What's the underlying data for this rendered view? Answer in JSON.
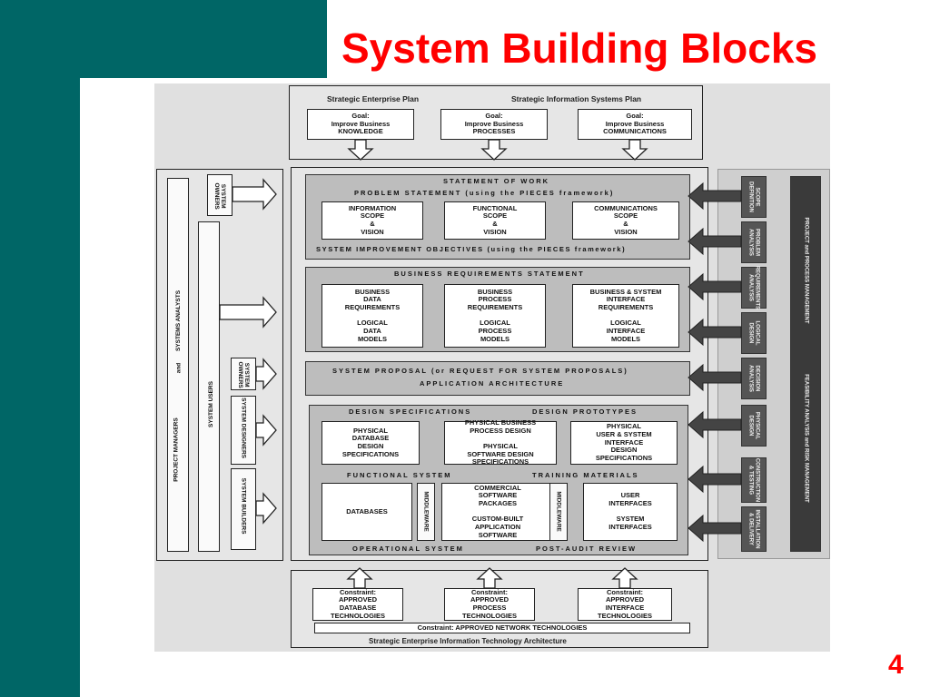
{
  "slide": {
    "title": "System Building Blocks",
    "page_number": "4"
  },
  "diagram": {
    "top": {
      "left_heading": "Strategic Enterprise Plan",
      "right_heading": "Strategic Information Systems Plan",
      "goals": [
        "Goal:\nImprove Business\nKNOWLEDGE",
        "Goal:\nImprove Business\nPROCESSES",
        "Goal:\nImprove Business\nCOMMUNICATIONS"
      ]
    },
    "scope": {
      "statement_of_work": "STATEMENT OF WORK",
      "problem_statement": "PROBLEM STATEMENT (using the PIECES framework)",
      "boxes": [
        "INFORMATION\nSCOPE\n&\nVISION",
        "FUNCTIONAL\nSCOPE\n&\nVISION",
        "COMMUNICATIONS\nSCOPE\n&\nVISION"
      ],
      "objectives": "SYSTEM IMPROVEMENT OBJECTIVES (using the PIECES framework)"
    },
    "requirements": {
      "heading": "BUSINESS REQUIREMENTS STATEMENT",
      "boxes": [
        "BUSINESS\nDATA\nREQUIREMENTS\n\nLOGICAL\nDATA\nMODELS",
        "BUSINESS\nPROCESS\nREQUIREMENTS\n\nLOGICAL\nPROCESS\nMODELS",
        "BUSINESS & SYSTEM\nINTERFACE\nREQUIREMENTS\n\nLOGICAL\nINTERFACE\nMODELS"
      ]
    },
    "proposal": {
      "line1": "SYSTEM PROPOSAL (or REQUEST FOR SYSTEM PROPOSALS)",
      "line2": "APPLICATION ARCHITECTURE"
    },
    "design": {
      "specs_label": "DESIGN SPECIFICATIONS",
      "prototypes_label": "DESIGN PROTOTYPES",
      "boxes": [
        "PHYSICAL\nDATABASE\nDESIGN\nSPECIFICATIONS",
        "PHYSICAL BUSINESS\nPROCESS DESIGN\n\nPHYSICAL\nSOFTWARE DESIGN\nSPECIFICATIONS",
        "PHYSICAL\nUSER & SYSTEM\nINTERFACE\nDESIGN\nSPECIFICATIONS"
      ],
      "functional_system": "FUNCTIONAL SYSTEM",
      "training_materials": "TRAINING MATERIALS",
      "databases": "DATABASES",
      "middleware": "MIDDLEWARE",
      "software": "COMMERCIAL\nSOFTWARE\nPACKAGES\n\nCUSTOM-BUILT\nAPPLICATION\nSOFTWARE",
      "interfaces": "USER\nINTERFACES\n\nSYSTEM\nINTERFACES",
      "operational_system": "OPERATIONAL SYSTEM",
      "post_audit": "POST-AUDIT REVIEW"
    },
    "stakeholders": {
      "project_managers": "PROJECT MANAGERS",
      "and_label": "and",
      "systems_analysts": "SYSTEMS ANALYSTS",
      "system_users": "SYSTEM USERS",
      "system_owners": "SYSTEM\nOWNERS",
      "system_designers": "SYSTEM DESIGNERS",
      "system_builders": "SYSTEM BUILDERS"
    },
    "phases": [
      "SCOPE\nDEFINITION",
      "PROBLEM\nANALYSIS",
      "REQUIREMENTS\nANALYSIS",
      "LOGICAL\nDESIGN",
      "DECISION\nANALYSIS",
      "PHYSICAL\nDESIGN",
      "CONSTRUCTION\n& TESTING",
      "INSTALLATION\n& DELIVERY"
    ],
    "management_bar": {
      "top": "PROJECT and PROCESS MANAGEMENT",
      "bottom": "FEASIBILITY ANALYSIS and RISK MANAGEMENT"
    },
    "bottom": {
      "constraints": [
        "Constraint:\nAPPROVED\nDATABASE\nTECHNOLOGIES",
        "Constraint:\nAPPROVED\nPROCESS\nTECHNOLOGIES",
        "Constraint:\nAPPROVED\nINTERFACE\nTECHNOLOGIES"
      ],
      "network_constraint": "Constraint: APPROVED NETWORK TECHNOLOGIES",
      "architecture": "Strategic Enterprise Information Technology Architecture"
    }
  }
}
